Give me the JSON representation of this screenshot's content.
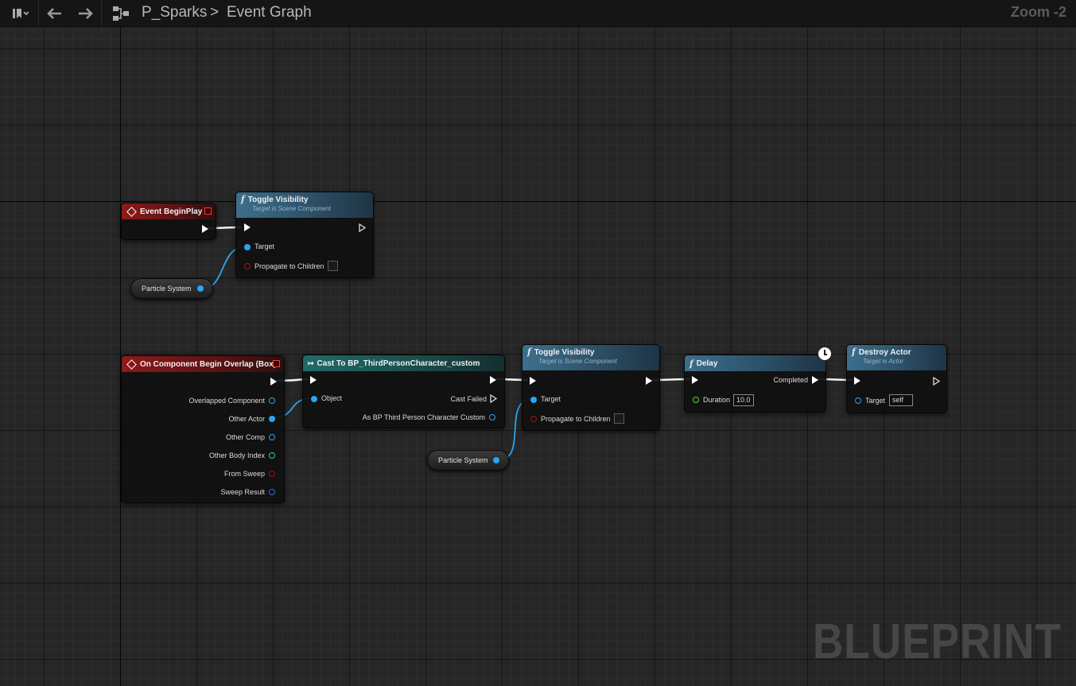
{
  "toolbar": {
    "breadcrumb": {
      "blueprint": "P_Sparks",
      "separator": ">",
      "graph": "Event Graph"
    },
    "zoom": "Zoom -2"
  },
  "watermark": "BLUEPRINT",
  "nodes": {
    "event_begin_play": {
      "title": "Event BeginPlay"
    },
    "toggle_visibility_1": {
      "title": "Toggle Visibility",
      "subtitle": "Target is Scene Component",
      "pin_target": "Target",
      "pin_propagate": "Propagate to Children"
    },
    "particle_system_1": {
      "label": "Particle System"
    },
    "on_component_begin_overlap": {
      "title": "On Component Begin Overlap (Box)",
      "pins": [
        "Overlapped Component",
        "Other Actor",
        "Other Comp",
        "Other Body Index",
        "From Sweep",
        "Sweep Result"
      ]
    },
    "cast_to": {
      "title": "Cast To BP_ThirdPersonCharacter_custom",
      "pin_object": "Object",
      "pin_cast_failed": "Cast Failed",
      "pin_as": "As BP Third Person Character Custom"
    },
    "toggle_visibility_2": {
      "title": "Toggle Visibility",
      "subtitle": "Target is Scene Component",
      "pin_target": "Target",
      "pin_propagate": "Propagate to Children"
    },
    "particle_system_2": {
      "label": "Particle System"
    },
    "delay": {
      "title": "Delay",
      "pin_completed": "Completed",
      "pin_duration": "Duration",
      "duration_value": "10.0"
    },
    "destroy_actor": {
      "title": "Destroy Actor",
      "subtitle": "Target is Actor",
      "pin_target": "Target",
      "target_value": "self"
    }
  },
  "colors": {
    "event_header": "#8e1a1a",
    "function_header": "#3c6f8c",
    "cast_header": "#1f6b68",
    "object_pin": "#2aa4f4",
    "bool_pin": "#a31818",
    "float_pin": "#5ad438",
    "int_pin": "#38c9a6"
  }
}
